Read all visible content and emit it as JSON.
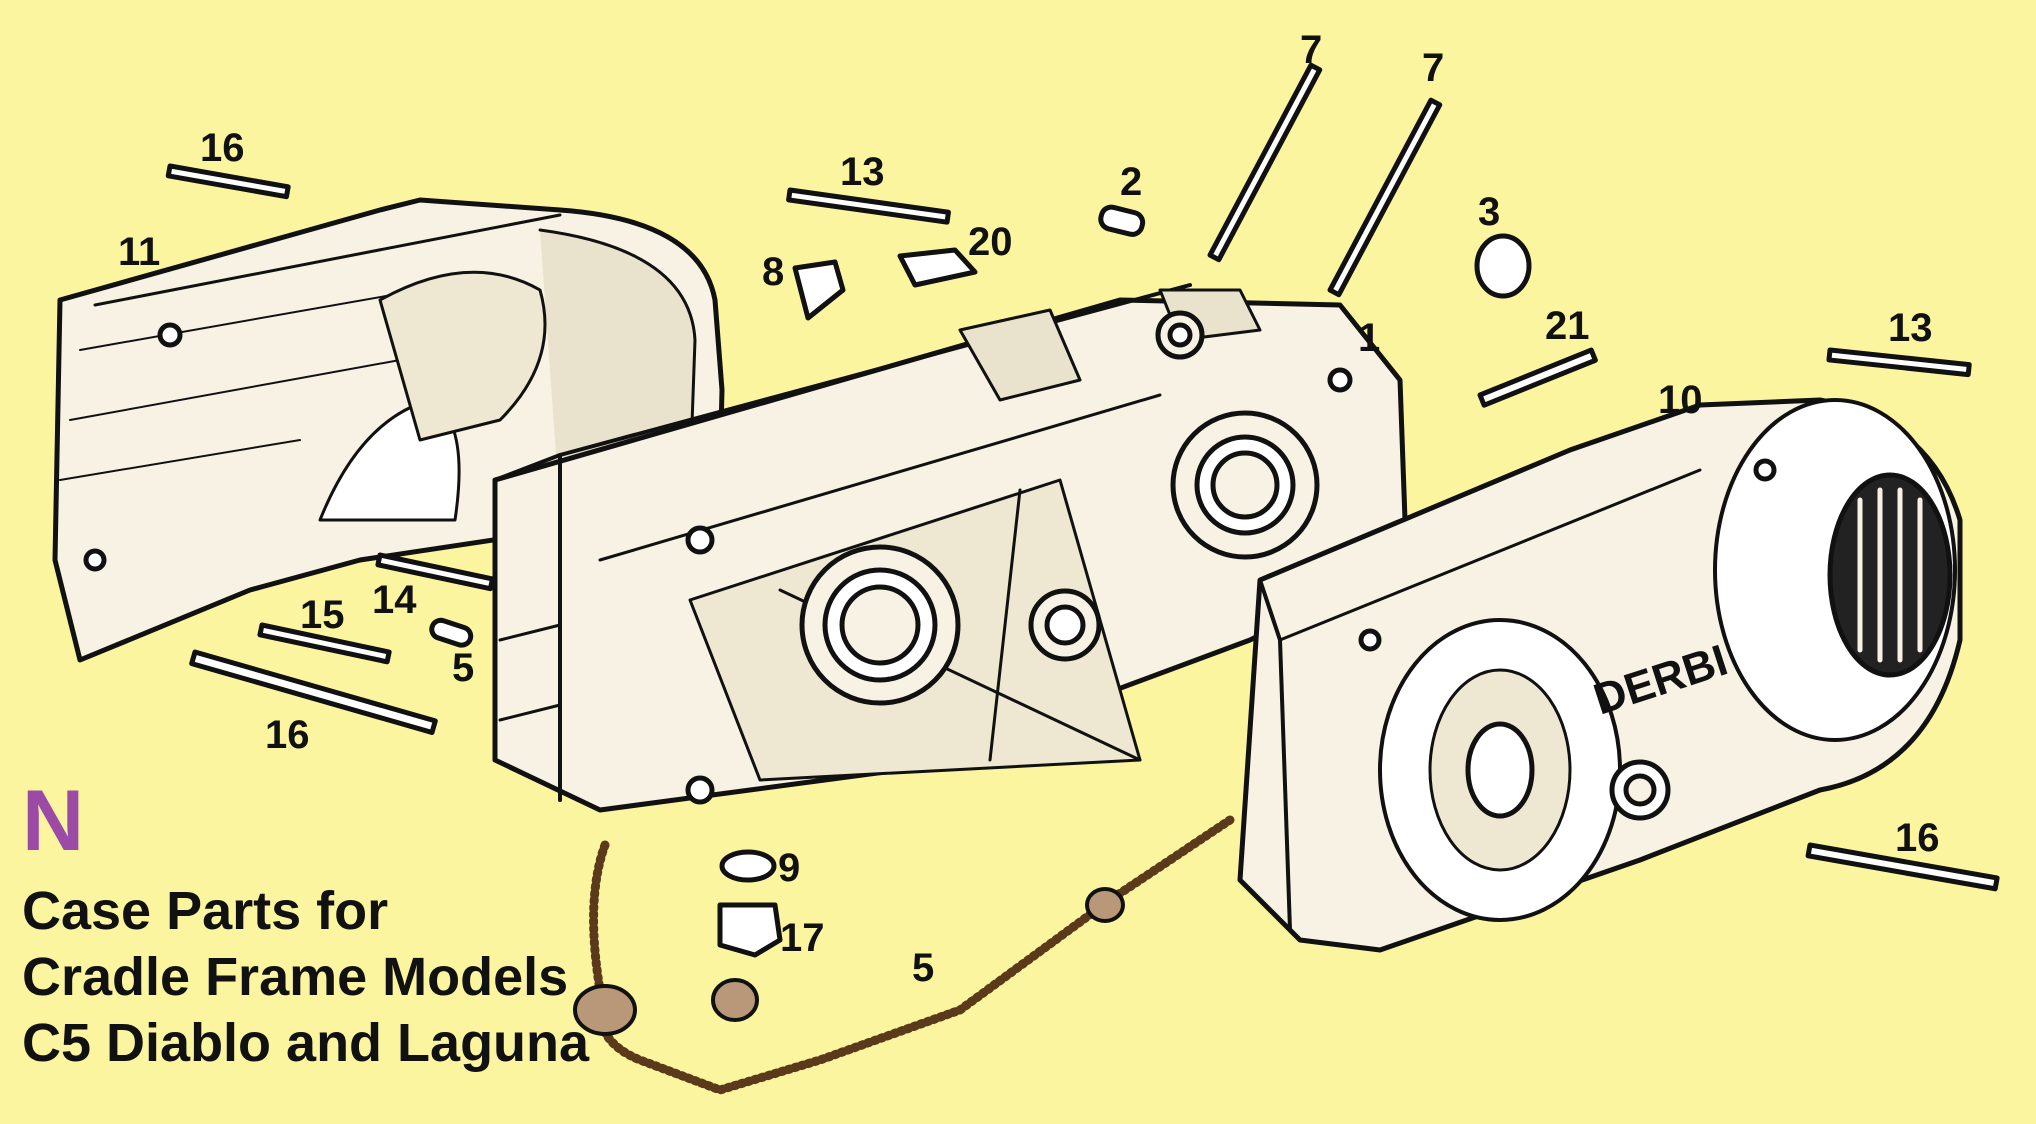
{
  "colors": {
    "background": "#fbf5a0",
    "ink": "#111111",
    "letter": "#9b4aa6",
    "part_fill": "#f7f2e4"
  },
  "section_letter": "N",
  "caption_lines": [
    "Case Parts for",
    "Cradle Frame Models",
    "C5 Diablo and Laguna"
  ],
  "brand_mark": "DERBI",
  "callouts": [
    {
      "text": "16"
    },
    {
      "text": "11"
    },
    {
      "text": "13"
    },
    {
      "text": "8"
    },
    {
      "text": "20"
    },
    {
      "text": "2"
    },
    {
      "text": "7"
    },
    {
      "text": "7"
    },
    {
      "text": "3"
    },
    {
      "text": "1"
    },
    {
      "text": "21"
    },
    {
      "text": "13"
    },
    {
      "text": "10"
    },
    {
      "text": "14"
    },
    {
      "text": "15"
    },
    {
      "text": "5"
    },
    {
      "text": "16"
    },
    {
      "text": "9"
    },
    {
      "text": "17"
    },
    {
      "text": "5"
    },
    {
      "text": "16"
    }
  ]
}
